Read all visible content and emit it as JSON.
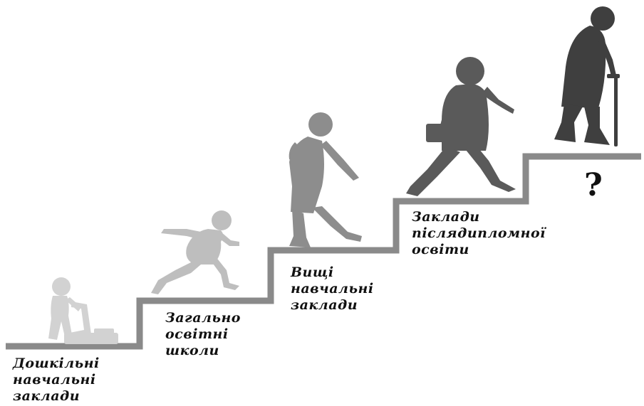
{
  "stages": [
    {
      "id": "preschool",
      "lines": [
        "Дошкільні",
        "навчальні",
        "заклади"
      ],
      "figure": "toddler-with-walker-icon",
      "figure_color": "#d2d2d2"
    },
    {
      "id": "school",
      "lines": [
        "Загально",
        "освітні",
        "школи"
      ],
      "figure": "running-child-icon",
      "figure_color": "#bebebe"
    },
    {
      "id": "higher",
      "lines": [
        "Вищі",
        "навчальні",
        "заклади"
      ],
      "figure": "walking-youth-icon",
      "figure_color": "#8d8d8d"
    },
    {
      "id": "postgraduate",
      "lines": [
        "Заклади",
        "післядипломної",
        "освіти"
      ],
      "figure": "walking-adult-with-briefcase-icon",
      "figure_color": "#5a5a5a"
    }
  ],
  "final_stage": {
    "mark": "?",
    "figure": "elderly-with-cane-icon",
    "figure_color": "#3f3f3f"
  },
  "staircase_color": "#8a8a8a"
}
